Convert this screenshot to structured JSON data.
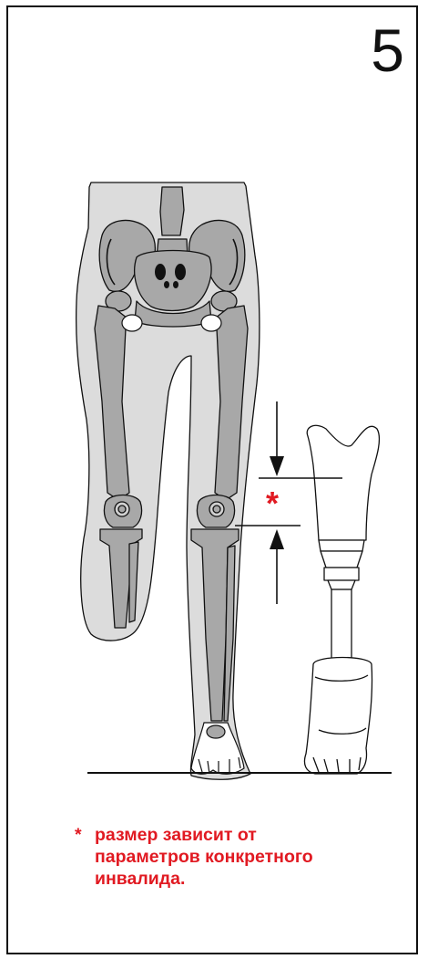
{
  "step": {
    "number": "5"
  },
  "diagram": {
    "measure_marker": "*"
  },
  "note": {
    "asterisk": "*",
    "line1": "размер зависит от",
    "line2": "параметров конкретного",
    "line3": "инвалида."
  },
  "colors": {
    "accent": "#e11a22",
    "outline": "#111111",
    "body_fill": "#d9d9d9",
    "bone_fill": "#a6a6a6",
    "prosthesis_fill": "#ffffff"
  }
}
